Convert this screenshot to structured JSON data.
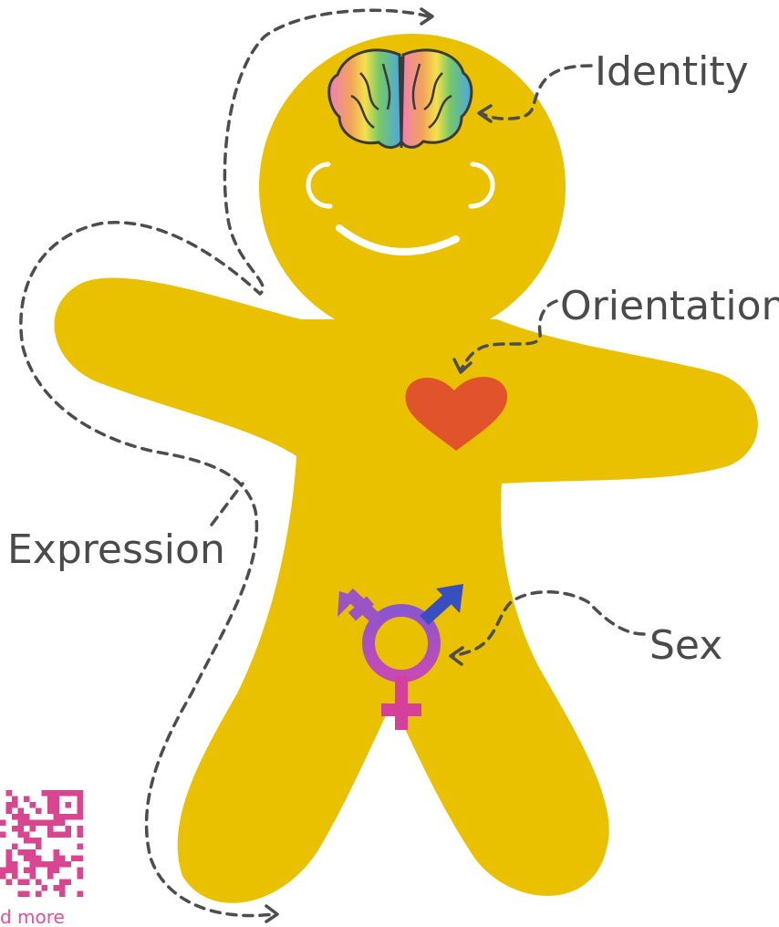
{
  "labels": {
    "identity": "Identity",
    "orientation": "Orientation",
    "expression": "Expression",
    "sex": "Sex"
  },
  "qr": {
    "caption": "d more"
  },
  "colors": {
    "body": "#e9c100",
    "heart": "#e1532a",
    "symbol_purple": "#9b54c4",
    "symbol_blue": "#3a4fbf",
    "symbol_pink": "#d4409a",
    "dash": "#4d4d4d",
    "qr": "#d9468f"
  },
  "icons": [
    "brain-icon",
    "heart-icon",
    "transgender-symbol-icon",
    "qr-code-icon"
  ]
}
